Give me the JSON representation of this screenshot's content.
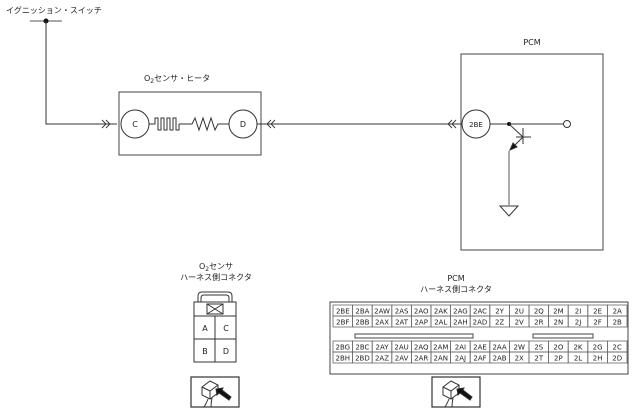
{
  "diagram": {
    "ignition_switch_label": "イグニッション・スイッチ",
    "sensor_title_prefix": "O",
    "sensor_title_sub": "2",
    "sensor_title_suffix": "センサ・ヒータ",
    "sensor_pin_left": "C",
    "sensor_pin_right": "D",
    "pcm_title": "PCM",
    "pcm_pin": "2BE"
  },
  "connectors": {
    "o2_connector": {
      "title_prefix": "O",
      "title_sub": "2",
      "title_suffix": "センサ",
      "subtitle": "ハーネス側コネクタ",
      "pins": [
        "A",
        "C",
        "B",
        "D"
      ]
    },
    "pcm_connector": {
      "title": "PCM",
      "subtitle": "ハーネス側コネクタ",
      "rows": [
        [
          "2BE",
          "2BA",
          "2AW",
          "2AS",
          "2AO",
          "2AK",
          "2AG",
          "2AC",
          "2Y",
          "2U",
          "2Q",
          "2M",
          "2I",
          "2E",
          "2A"
        ],
        [
          "2BF",
          "2BB",
          "2AX",
          "2AT",
          "2AP",
          "2AL",
          "2AH",
          "2AD",
          "2Z",
          "2V",
          "2R",
          "2N",
          "2J",
          "2F",
          "2B"
        ],
        [
          "2BG",
          "2BC",
          "2AY",
          "2AU",
          "2AQ",
          "2AM",
          "2AI",
          "2AE",
          "2AA",
          "2W",
          "2S",
          "2O",
          "2K",
          "2G",
          "2C"
        ],
        [
          "2BH",
          "2BD",
          "2AZ",
          "2AV",
          "2AR",
          "2AN",
          "2AJ",
          "2AF",
          "2AB",
          "2X",
          "2T",
          "2P",
          "2L",
          "2H",
          "2D"
        ]
      ]
    }
  }
}
